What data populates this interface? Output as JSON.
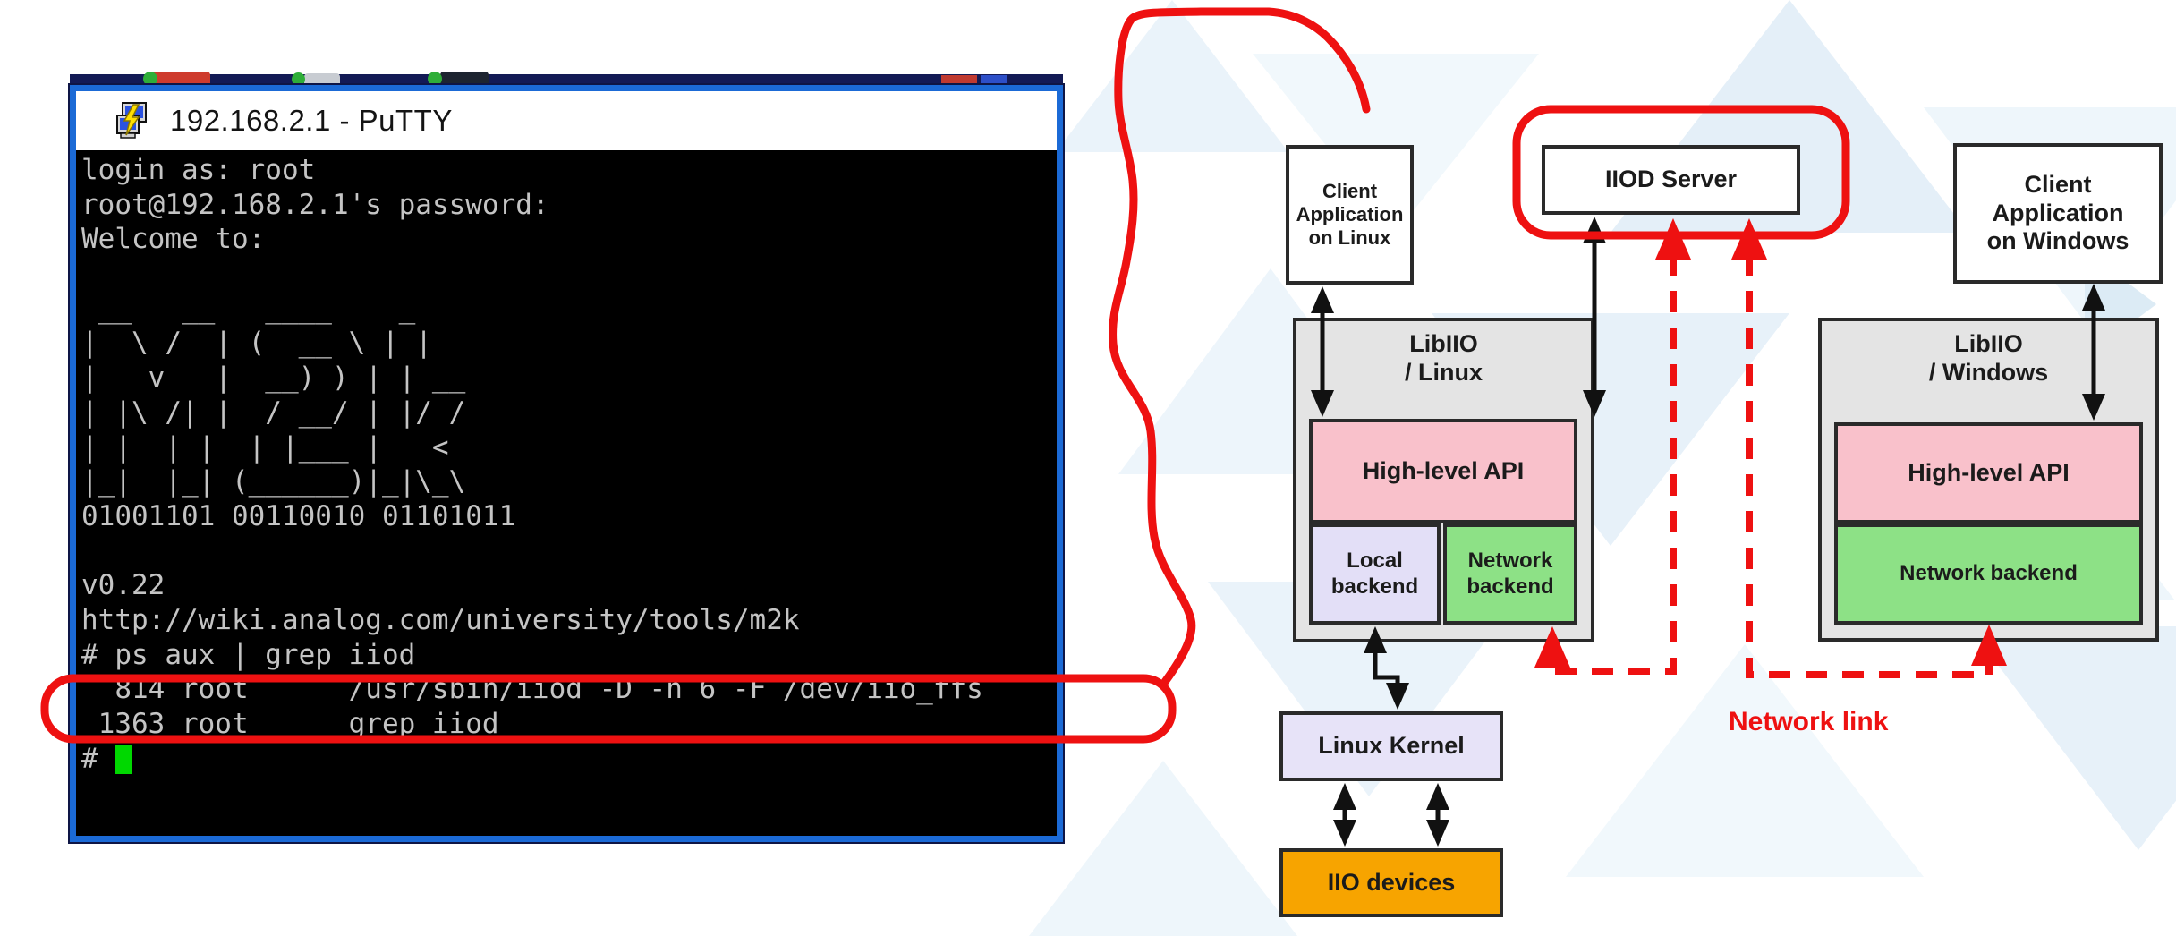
{
  "annotation": {
    "color": "#ee1111",
    "network_link_label": "Network link"
  },
  "putty": {
    "window_title": "192.168.2.1 - PuTTY",
    "border_color": "#1b6ad6",
    "terminal_bg": "#000000",
    "text_color": "#c4c4c4",
    "cursor_color": "#00d800",
    "prompt": "# ",
    "lines": [
      "login as: root",
      "root@192.168.2.1's password:",
      "Welcome to:",
      "",
      " __   __   ____    _",
      "|  \\ /  | (  __ \\ | |",
      "|   v   |  __) ) | | __",
      "| |\\ /| |  / __/ | |/ /",
      "| |  | |  | |___ |   <",
      "|_|  |_| (______)|_|\\_\\",
      "01001101 00110010 01101011",
      "",
      "v0.22",
      "http://wiki.analog.com/university/tools/m2k",
      "# ps aux | grep iiod",
      "  814 root      /usr/sbin/iiod -D -n 6 -F /dev/iio_ffs",
      " 1363 root      grep iiod"
    ]
  },
  "diagram": {
    "colors": {
      "container": "#e4e4e4",
      "pink": "#f9c1cb",
      "green": "#8de186",
      "lavender": "#e3dff7",
      "kernel": "#e7e3f8",
      "orange": "#f7a400",
      "border": "#2a2a2a",
      "box_bg": "#ffffff"
    },
    "client_linux": "Client\nApplication\non Linux",
    "iiod_server": "IIOD Server",
    "client_windows": "Client\nApplication\non Windows",
    "libiio_linux": "LibIIO\n/ Linux",
    "libiio_windows": "LibIIO\n/ Windows",
    "high_level_api_linux": "High-level API",
    "high_level_api_windows": "High-level API",
    "local_backend": "Local\nbackend",
    "network_backend_linux": "Network\nbackend",
    "network_backend_windows": "Network backend",
    "linux_kernel": "Linux Kernel",
    "iio_devices": "IIO devices"
  }
}
